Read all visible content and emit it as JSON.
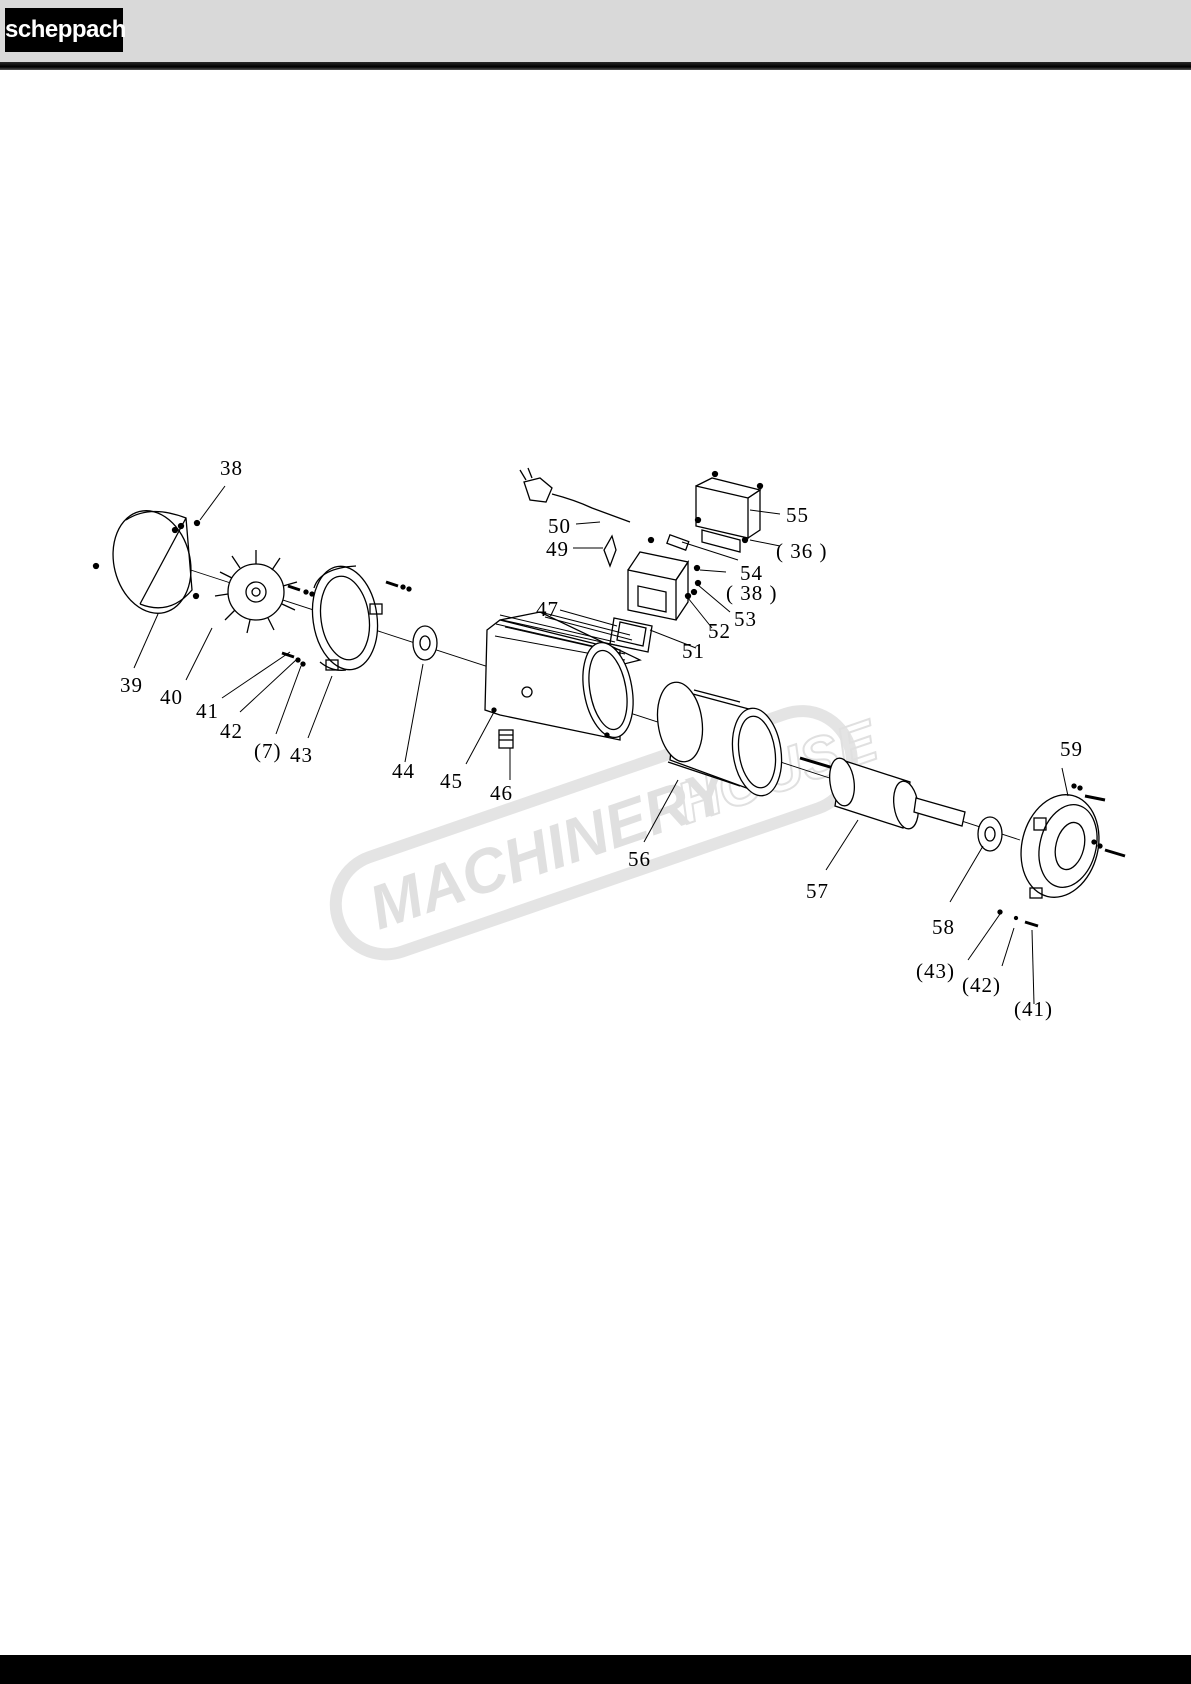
{
  "brand": {
    "logo_text": "scheppach"
  },
  "watermark": {
    "part1": "MACHINERY",
    "part2": "HOUSE"
  },
  "callouts": {
    "c38": "38",
    "c39": "39",
    "c40": "40",
    "c41": "41",
    "c42": "42",
    "c7": "(7)",
    "c43": "43",
    "c44": "44",
    "c45": "45",
    "c46": "46",
    "c47": "47",
    "c49": "49",
    "c50": "50",
    "c51": "51",
    "c52": "52",
    "c53": "53",
    "c54": "54",
    "c55": "55",
    "c36": "( 36 )",
    "c38b": "( 38 )",
    "c56": "56",
    "c57": "57",
    "c58": "58",
    "c59": "59",
    "c43b": "(43)",
    "c42b": "(42)",
    "c41b": "(41)"
  }
}
